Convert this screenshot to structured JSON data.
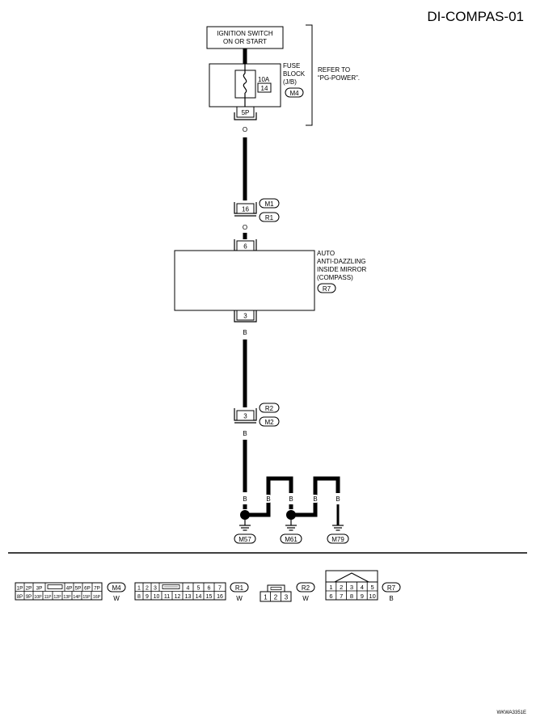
{
  "page_title": "DI-COMPAS-01",
  "footer_code": "WKWA3351E",
  "ignition": {
    "line1": "IGNITION SWITCH",
    "line2": "ON OR START"
  },
  "fuse_block": {
    "label1": "FUSE",
    "label2": "BLOCK",
    "label3": "(J/B)",
    "rating": "10A",
    "fuse_number": "14",
    "connector": "M4",
    "pin": "5P"
  },
  "refer_note": {
    "line1": "REFER TO",
    "line2": "“PG-POWER”."
  },
  "wires": {
    "fuse_to_joint": "O",
    "joint_to_mirror": "O",
    "mirror_to_joint": "B",
    "joint_to_ground": "B",
    "g1_left": "B",
    "g2_left": "B",
    "g2_right": "B",
    "g3_left": "B"
  },
  "joint_m1_r1": {
    "pin": "16",
    "connector_top": "M1",
    "connector_bottom": "R1"
  },
  "mirror": {
    "line1": "AUTO",
    "line2": "ANTI-DAZZLING",
    "line3": "INSIDE MIRROR",
    "line4": "(COMPASS)",
    "connector": "R7",
    "pin_top": "6",
    "pin_bottom": "3"
  },
  "joint_r2_m2": {
    "pin": "3",
    "connector_top": "R2",
    "connector_bottom": "M2"
  },
  "grounds": [
    "M57",
    "M61",
    "M79"
  ],
  "connector_views": [
    {
      "id": "M4",
      "color": "W",
      "top_row": [
        "1P",
        "2P",
        "3P",
        "",
        "4P",
        "5P",
        "6P",
        "7P"
      ],
      "bottom_row": [
        "8P",
        "9P",
        "10P",
        "11P",
        "12P",
        "13P",
        "14P",
        "15P",
        "16P"
      ]
    },
    {
      "id": "R1",
      "color": "W",
      "top_row": [
        "1",
        "2",
        "3",
        "",
        "4",
        "5",
        "6",
        "7"
      ],
      "bottom_row": [
        "8",
        "9",
        "10",
        "11",
        "12",
        "13",
        "14",
        "15",
        "16"
      ]
    },
    {
      "id": "R2",
      "color": "W",
      "bottom_row": [
        "1",
        "2",
        "3"
      ]
    },
    {
      "id": "R7",
      "color": "B",
      "top_row": [
        "1",
        "2",
        "3",
        "4",
        "5"
      ],
      "bottom_row": [
        "6",
        "7",
        "8",
        "9",
        "10"
      ]
    }
  ]
}
